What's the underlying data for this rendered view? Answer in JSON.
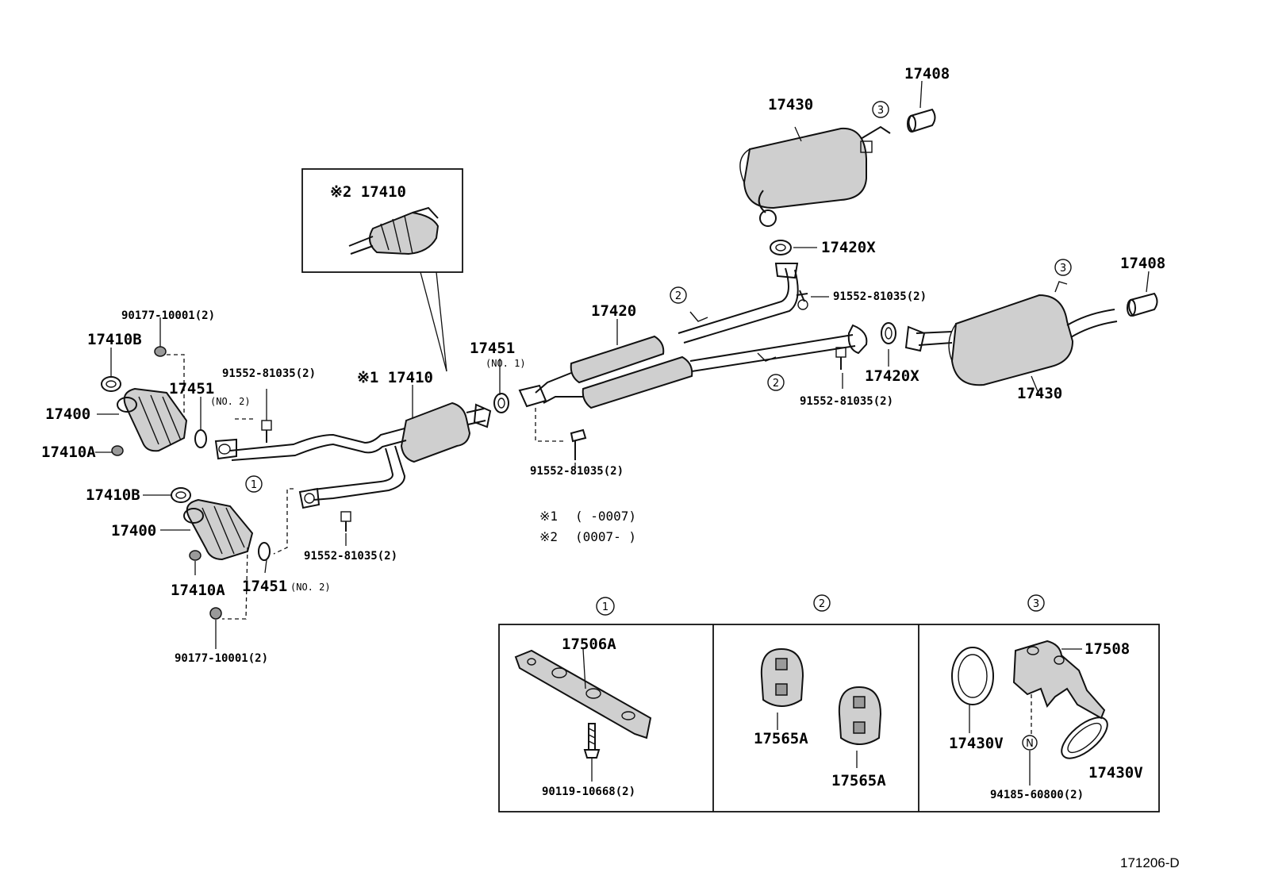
{
  "parts": {
    "p17408_top": "17408",
    "p17430_top": "17430",
    "p17420x_top": "17420X",
    "p91552_top": "91552-81035(2)",
    "p17408_right": "17408",
    "p17430_right": "17430",
    "p17420": "17420",
    "p17420x_mid": "17420X",
    "p91552_mid": "91552-81035(2)",
    "p17451_no1": "17451",
    "no1": "(NO. 1)",
    "p91552_center": "91552-81035(2)",
    "p17410_mark1": "※1 17410",
    "p17410_mark2": "※2 17410",
    "p90177_top": "90177-10001(2)",
    "p17410b_top": "17410B",
    "p17451_top": "17451",
    "no2_top": "(NO. 2)",
    "p91552_left_top": "91552-81035(2)",
    "p17400_top": "17400",
    "p17410a_top": "17410A",
    "p17410b_bot": "17410B",
    "p17400_bot": "17400",
    "p17410a_bot": "17410A",
    "p17451_bot": "17451",
    "no2_bot": "(NO. 2)",
    "p91552_left_bot": "91552-81035(2)",
    "p90177_bot": "90177-10001(2)",
    "p17506a": "17506A",
    "p90119": "90119-10668(2)",
    "p17565a_1": "17565A",
    "p17565a_2": "17565A",
    "p17508": "17508",
    "p17430v_1": "17430V",
    "p17430v_2": "17430V",
    "p94185": "94185-60800(2)",
    "n_mark": "N"
  },
  "notes": {
    "note1_mark": "※1",
    "note1_text": "(      -0007)",
    "note2_mark": "※2",
    "note2_text": "(0007-      )"
  },
  "callouts": {
    "c1": "1",
    "c2": "2",
    "c3": "3"
  },
  "reference": "171206-D"
}
